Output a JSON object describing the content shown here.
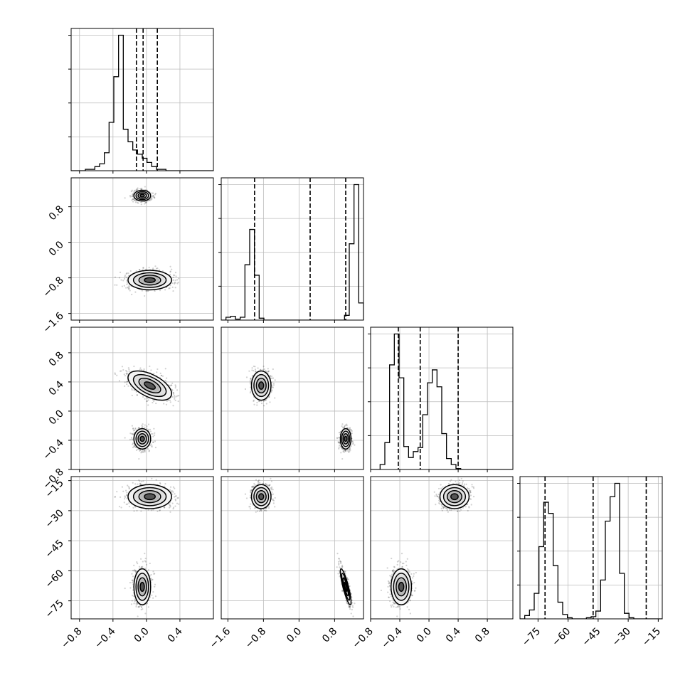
{
  "chart_data": {
    "type": "corner",
    "parameters": [
      {
        "range": [
          -0.9,
          0.8
        ],
        "tick_values": [
          -0.8,
          -0.4,
          0.0,
          0.4
        ],
        "tick_labels": [
          "−0.8",
          "−0.4",
          "0.0",
          "0.4"
        ]
      },
      {
        "range": [
          -1.75,
          1.45
        ],
        "tick_values": [
          -1.6,
          -0.8,
          0.0,
          0.8
        ],
        "tick_labels": [
          "−1.6",
          "−0.8",
          "0.0",
          "0.8"
        ]
      },
      {
        "range": [
          -0.8,
          1.15
        ],
        "tick_values": [
          -0.8,
          -0.4,
          0.0,
          0.4,
          0.8
        ],
        "tick_labels": [
          "−0.8",
          "−0.4",
          "0.0",
          "0.4",
          "0.8"
        ]
      },
      {
        "range": [
          -84,
          -13
        ],
        "tick_values": [
          -75,
          -60,
          -45,
          -30,
          -15
        ],
        "tick_labels": [
          "−75",
          "−60",
          "−45",
          "−30",
          "−15"
        ]
      }
    ],
    "grid": true,
    "histograms": [
      {
        "quantiles": [
          -0.12,
          -0.04,
          0.13
        ],
        "bins": [
          -0.9,
          0.8,
          30
        ],
        "counts": [
          0,
          0,
          0,
          1,
          1,
          3,
          5,
          13,
          35,
          68,
          98,
          30,
          21,
          15,
          12,
          9,
          6,
          3,
          1,
          1,
          0,
          0,
          0,
          0,
          0,
          0,
          0,
          0,
          0,
          0
        ]
      },
      {
        "quantiles": [
          -1.0,
          0.25,
          1.05
        ],
        "bins": [
          -1.75,
          1.45,
          30
        ],
        "counts": [
          0,
          3,
          4,
          1,
          3,
          58,
          95,
          47,
          2,
          0,
          0,
          0,
          0,
          0,
          0,
          0,
          0,
          0,
          0,
          0,
          0,
          0,
          0,
          0,
          0,
          0,
          5,
          80,
          142,
          18
        ]
      },
      {
        "quantiles": [
          -0.42,
          -0.12,
          0.4
        ],
        "bins": [
          -0.8,
          1.15,
          30
        ],
        "counts": [
          0,
          0,
          5,
          27,
          105,
          136,
          92,
          23,
          12,
          18,
          22,
          55,
          87,
          100,
          83,
          36,
          11,
          5,
          1,
          0,
          0,
          0,
          0,
          0,
          0,
          0,
          0,
          0,
          0,
          0
        ]
      },
      {
        "quantiles": [
          -71.5,
          -47.5,
          -21.0
        ],
        "bins": [
          -84,
          -13,
          30
        ],
        "counts": [
          0,
          3,
          8,
          23,
          65,
          105,
          95,
          48,
          15,
          4,
          1,
          0,
          0,
          0,
          1,
          2,
          7,
          35,
          88,
          110,
          122,
          41,
          5,
          1,
          0,
          0,
          0,
          0,
          0,
          0
        ]
      }
    ],
    "clusters": [
      {
        "weight": 0.5,
        "mean": [
          -0.05,
          1.05,
          -0.38,
          -68
        ],
        "sd": [
          0.05,
          0.06,
          0.07,
          4.5
        ]
      },
      {
        "weight": 0.5,
        "mean": [
          0.04,
          -0.85,
          0.35,
          -23
        ],
        "sd": [
          0.13,
          0.11,
          0.1,
          3.0
        ]
      }
    ],
    "cluster_correlations": [
      {
        "pairs": [
          [
            1,
            3,
            -0.85
          ]
        ]
      },
      {
        "pairs": [
          [
            0,
            2,
            -0.55
          ]
        ]
      }
    ]
  }
}
